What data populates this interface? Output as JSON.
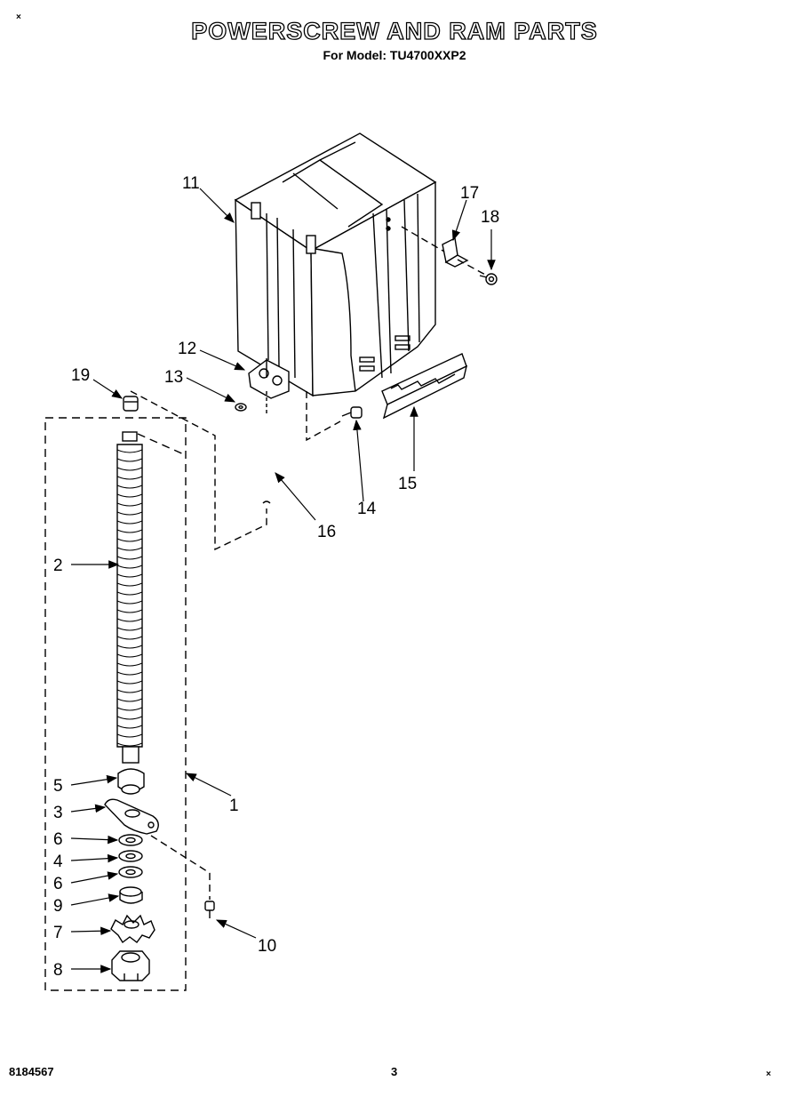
{
  "header": {
    "title": "POWERSCREW AND RAM PARTS",
    "subtitle": "For Model: TU4700XXP2"
  },
  "footer": {
    "doc_number": "8184567",
    "page_number": "3"
  },
  "corner_marks": {
    "top_left": "×",
    "bottom_right": "×"
  },
  "callouts": {
    "c1": "1",
    "c2": "2",
    "c3": "3",
    "c4": "4",
    "c5": "5",
    "c6a": "6",
    "c6b": "6",
    "c7": "7",
    "c8": "8",
    "c9": "9",
    "c10": "10",
    "c11": "11",
    "c12": "12",
    "c13": "13",
    "c14": "14",
    "c15": "15",
    "c16": "16",
    "c17": "17",
    "c18": "18",
    "c19": "19"
  }
}
